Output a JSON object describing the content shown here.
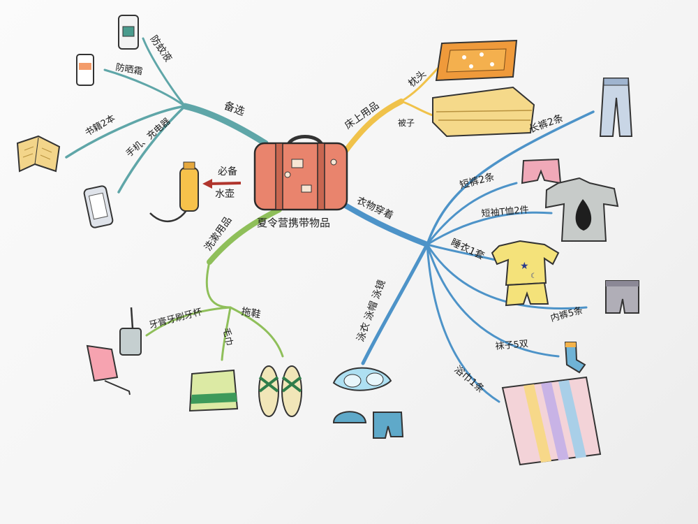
{
  "center": {
    "label": "夏令营携带物品"
  },
  "branches": {
    "optional": {
      "label": "备选",
      "items": [
        {
          "label": "防蚊液",
          "icon": "mosquito-spray-icon"
        },
        {
          "label": "防晒霜",
          "icon": "sunscreen-icon"
        },
        {
          "label": "书籍2本",
          "icon": "book-icon"
        },
        {
          "label": "手机、充电器",
          "icon": "phone-icon"
        }
      ]
    },
    "required": {
      "label": "必备",
      "item": "水壶",
      "icon": "water-bottle-icon"
    },
    "bedding": {
      "label": "床上用品",
      "items": [
        {
          "label": "枕头",
          "icon": "pillow-icon"
        },
        {
          "label": "被子",
          "icon": "quilt-icon"
        }
      ]
    },
    "clothing": {
      "label": "衣物穿着",
      "items": [
        {
          "label": "长裤2条",
          "icon": "trousers-icon"
        },
        {
          "label": "短裤2条",
          "icon": "shorts-icon"
        },
        {
          "label": "短袖T恤2件",
          "icon": "tshirt-icon"
        },
        {
          "label": "睡衣1套",
          "icon": "pajamas-icon"
        },
        {
          "label": "内裤5条",
          "icon": "underwear-icon"
        },
        {
          "label": "袜子5双",
          "icon": "sock-icon"
        },
        {
          "label": "浴巾1条",
          "icon": "bath-towel-icon"
        }
      ],
      "swim": {
        "label": "泳衣 泳帽 泳镜",
        "icon": "swim-gear-icon"
      }
    },
    "toiletries": {
      "label": "洗漱用品",
      "items": [
        {
          "label": "牙膏牙刷牙杯",
          "icon": "toothpaste-cup-icon"
        },
        {
          "label": "毛巾",
          "icon": "towel-icon"
        },
        {
          "label": "拖鞋",
          "icon": "slippers-icon"
        }
      ]
    }
  },
  "colors": {
    "branch_optional": "#5fa6a8",
    "branch_bedding": "#f0c24a",
    "branch_clothing": "#4d93c8",
    "branch_toiletries": "#8fbf5a",
    "suitcase": "#e9846d",
    "arrow": "#b0352d"
  }
}
